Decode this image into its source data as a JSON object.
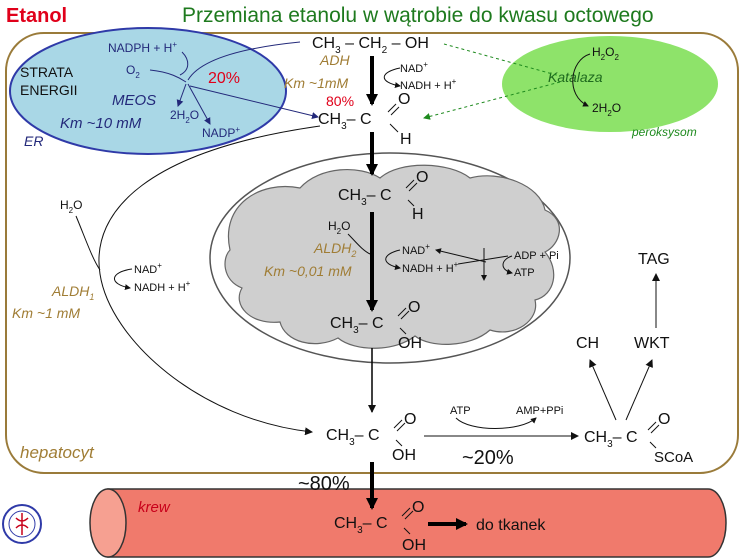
{
  "header": {
    "left_title": "Etanol",
    "main_title": "Przemiana etanolu w wątrobie do kwasu octowego"
  },
  "colors": {
    "red": "#e0001a",
    "green": "#1e8a1e",
    "brown": "#a07d35",
    "navy": "#23297a",
    "er_fill": "#a9d7e6",
    "peroxisome_fill": "#8ee36a",
    "mito_fill": "#cfcfcf",
    "blood_fill": "#f07a6c"
  },
  "er": {
    "label": "ER",
    "meos": "MEOS",
    "km": "Km ~10 mM",
    "nadph": "NADPH + H",
    "nadph_sup": "+",
    "o2": "O",
    "o2_sub": "2",
    "h2o": "2H",
    "h2o_sub": "2",
    "h2o_tail": "O",
    "nadp": "NADP",
    "nadp_sup": "+",
    "energy_line1": "STRATA",
    "energy_line2": "ENERGII",
    "percent": "20%"
  },
  "peroxisome": {
    "label": "peroksysom",
    "enzyme": "Katalaza",
    "h2o2": "H",
    "h2o2_sub1": "2",
    "h2o2_mid": "O",
    "h2o2_sub2": "2",
    "product": "2H",
    "product_sub": "2",
    "product_tail": "O"
  },
  "cytosol": {
    "ethanol": "CH",
    "ethanol_sub": "3",
    "ethanol_tail": " – CH",
    "ethanol_sub2": "2",
    "ethanol_end": " – OH",
    "adh": "ADH",
    "adh_km": "Km ~1mM",
    "adh_percent": "80%",
    "nad": "NAD",
    "nad_sup": "+",
    "nadh": "NADH + H",
    "nadh_sup": "+",
    "aldehyde_ch3": "CH",
    "aldehyde_sub": "3",
    "aldehyde_dash": "– C",
    "o": "O",
    "h": "H",
    "aldh1": "ALDH",
    "aldh1_sub": "1",
    "aldh1_km": "Km ~1 mM",
    "h2o": "H",
    "h2o_sub": "2",
    "h2o_tail": "O"
  },
  "mitochondrion": {
    "aldh2": "ALDH",
    "aldh2_sub": "2",
    "aldh2_km": "Km ~0,01 mM",
    "adp": "ADP + Pi",
    "atp": "ATP",
    "oh": "OH"
  },
  "acetate_pathway": {
    "atp": "ATP",
    "amp": "AMP+PPi",
    "percent20": "~20%",
    "percent80": "~80%",
    "scoa": "SCoA",
    "ch": "CH",
    "wkt": "WKT",
    "tag": "TAG",
    "hepatocyte": "hepatocyt"
  },
  "blood": {
    "label": "krew",
    "destination": "do tkanek"
  }
}
